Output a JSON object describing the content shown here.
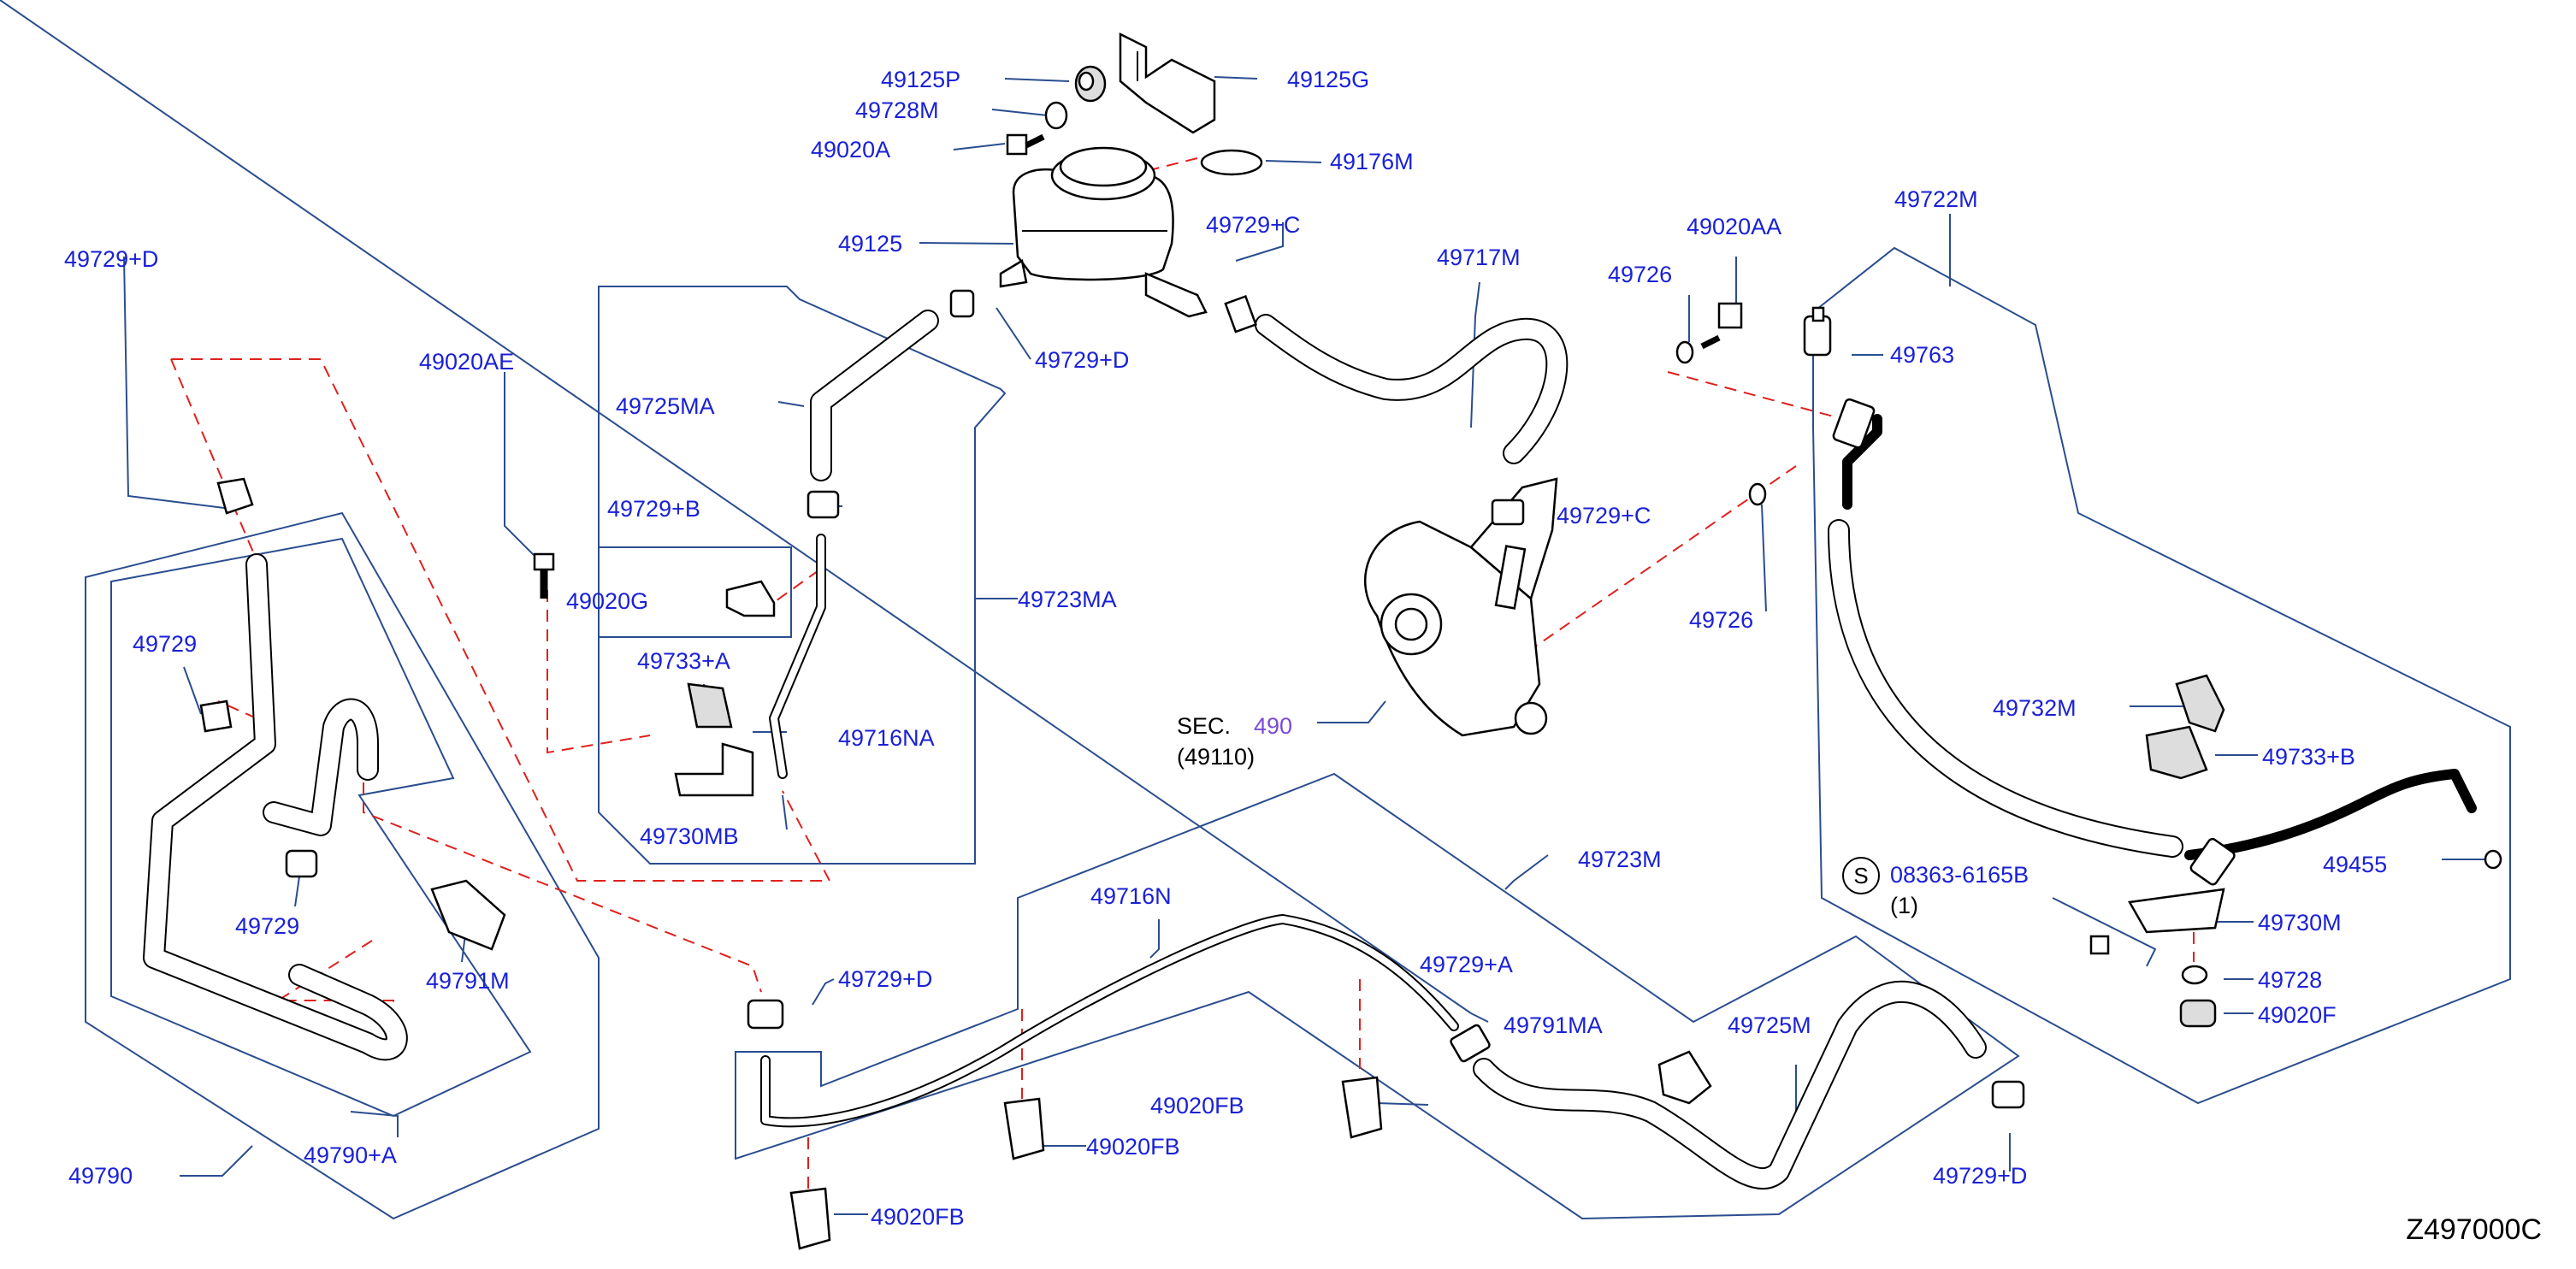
{
  "diagram_code": "Z497000C",
  "labels": {
    "p49125P": "49125P",
    "p49728M": "49728M",
    "p49020A": "49020A",
    "p49125G": "49125G",
    "p49176M": "49176M",
    "p49125": "49125",
    "p49729C_top": "49729+C",
    "p49717M": "49717M",
    "p49729D_left": "49729+D",
    "p49729D_mid": "49729+D",
    "p49020AE": "49020AE",
    "p49725MA": "49725MA",
    "p49729B": "49729+B",
    "p49020G": "49020G",
    "p49733A": "49733+A",
    "p49716NA": "49716NA",
    "p49730MB": "49730MB",
    "p49723MA": "49723MA",
    "p49729C_pump": "49729+C",
    "sec_prefix": "SEC.",
    "sec_num": "490",
    "sec_sub": "(49110)",
    "p49020AA": "49020AA",
    "p49726_top": "49726",
    "p49763": "49763",
    "p49722M": "49722M",
    "p49726_mid": "49726",
    "p49732M": "49732M",
    "p49733B": "49733+B",
    "p49455": "49455",
    "s_symbol": "S",
    "p08363": "08363-6165B",
    "p08363_qty": "(1)",
    "p49730M": "49730M",
    "p49728": "49728",
    "p49020F": "49020F",
    "p49729_a": "49729",
    "p49729_b": "49729",
    "p49791M": "49791M",
    "p49790A": "49790+A",
    "p49790": "49790",
    "p49729D_low": "49729+D",
    "p49716N": "49716N",
    "p49723M": "49723M",
    "p49729A": "49729+A",
    "p49791MA": "49791MA",
    "p49725M": "49725M",
    "p49020FB_1": "49020FB",
    "p49020FB_2": "49020FB",
    "p49020FB_3": "49020FB",
    "p49729D_br": "49729+D"
  },
  "colors": {
    "label": "#1a21d6",
    "group_outline": "#2a4d8f",
    "dashed_line": "#e0201c",
    "part_stroke": "#000000",
    "sec_number": "#7a4bd6"
  }
}
